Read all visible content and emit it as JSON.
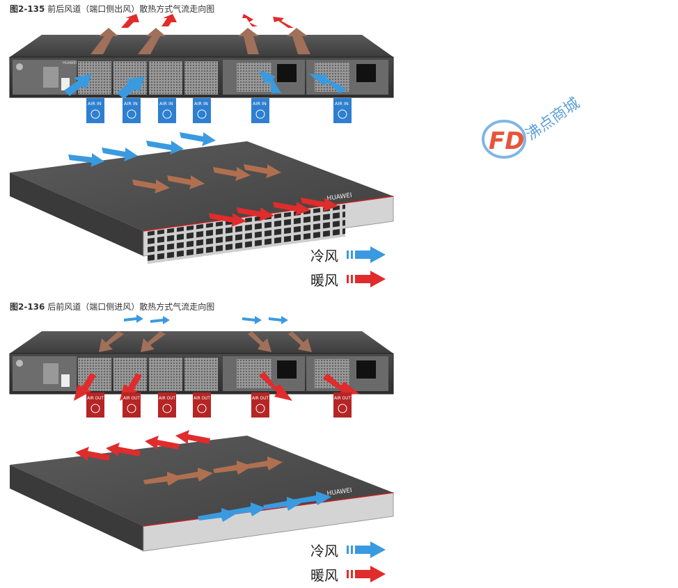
{
  "figures": [
    {
      "number": "图2-135",
      "title": "前后风道（端口侧出风）散热方式气流走向图",
      "badge_text": "AIR IN",
      "badge_color": "#2e7fd0",
      "rear_arrow_color": "#3a9ae0",
      "top_arrow_color": "#e02c2c"
    },
    {
      "number": "图2-136",
      "title": "后前风道（端口侧进风）散热方式气流走向图",
      "badge_text": "AIR OUT",
      "badge_color": "#b52525",
      "rear_arrow_color": "#e02c2c",
      "top_arrow_color": "#3a9ae0"
    }
  ],
  "legend": {
    "cold_label": "冷风",
    "warm_label": "暖风",
    "cold_color": "#3a9ae0",
    "warm_color": "#e02c2c"
  },
  "device": {
    "brand": "HUAWEI",
    "brand_top": "HUAWEI"
  },
  "watermark": {
    "logo": "FD",
    "text": "沸点商城"
  }
}
